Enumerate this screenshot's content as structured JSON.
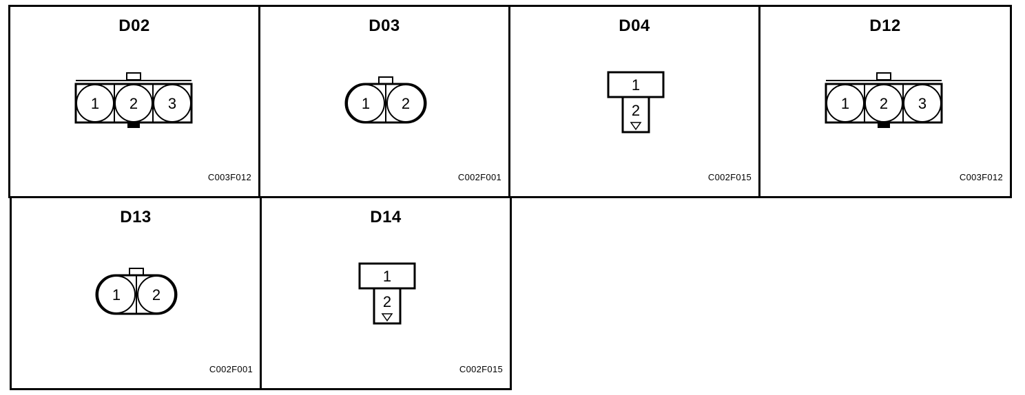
{
  "connectors": [
    {
      "id": "D02",
      "code": "C003F012",
      "type": "three-pin",
      "pins": [
        "1",
        "2",
        "3"
      ]
    },
    {
      "id": "D03",
      "code": "C002F001",
      "type": "two-pin-oval",
      "pins": [
        "1",
        "2"
      ]
    },
    {
      "id": "D04",
      "code": "C002F015",
      "type": "stacked",
      "pins": [
        "1",
        "2"
      ]
    },
    {
      "id": "D12",
      "code": "C003F012",
      "type": "three-pin",
      "pins": [
        "1",
        "2",
        "3"
      ]
    },
    {
      "id": "D13",
      "code": "C002F001",
      "type": "two-pin-oval",
      "pins": [
        "1",
        "2"
      ]
    },
    {
      "id": "D14",
      "code": "C002F015",
      "type": "stacked",
      "pins": [
        "1",
        "2"
      ]
    }
  ]
}
